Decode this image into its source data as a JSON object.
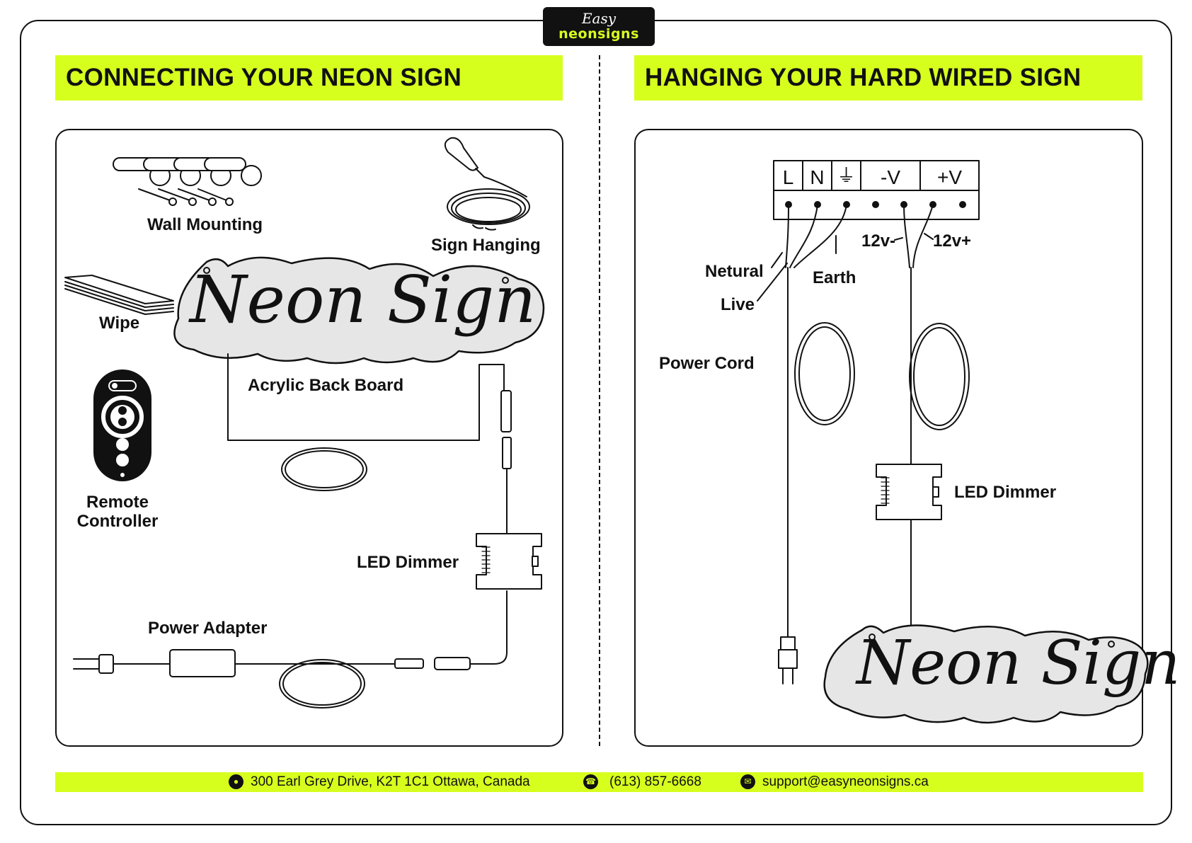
{
  "brand": {
    "line1": "Easy",
    "line2": "neonsigns"
  },
  "left_section": {
    "title": "CONNECTING YOUR NEON SIGN",
    "labels": {
      "wall_mounting": "Wall Mounting",
      "sign_hanging": "Sign Hanging",
      "wipe": "Wipe",
      "acrylic_back_board": "Acrylic Back Board",
      "remote_controller": "Remote Controller",
      "remote_line1": "Remote",
      "remote_line2": "Controller",
      "led_dimmer": "LED Dimmer",
      "power_adapter": "Power Adapter"
    },
    "sign_text": "Neon Sign"
  },
  "right_section": {
    "title": "HANGING YOUR HARD WIRED SIGN",
    "terminals": [
      "L",
      "N",
      "⏚",
      "-V",
      "+V"
    ],
    "labels": {
      "netural": "Netural",
      "live": "Live",
      "earth": "Earth",
      "v12_minus": "12v-",
      "v12_plus": "12v+",
      "power_cord": "Power Cord",
      "led_dimmer": "LED Dimmer"
    },
    "sign_text": "Neon Sign"
  },
  "footer": {
    "address": "300 Earl Grey Drive, K2T 1C1 Ottawa, Canada",
    "phone": "(613) 857-6668",
    "email": "support@easyneonsigns.ca"
  },
  "colors": {
    "accent": "#d7ff1e",
    "ink": "#111111",
    "sign_fill": "#e6e6e6"
  },
  "icons": {
    "address": "location-pin-icon",
    "phone": "phone-icon",
    "email": "envelope-icon"
  }
}
